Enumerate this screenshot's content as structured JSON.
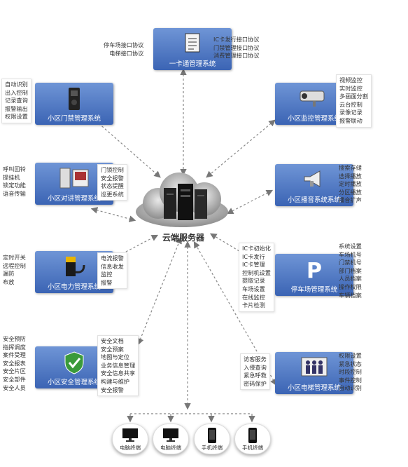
{
  "center": {
    "label": "云端服务器"
  },
  "systems": {
    "card": {
      "title": "一卡通管理系统",
      "left": [
        "停车场接口协议",
        "电梯接口协议"
      ],
      "right": [
        "IC卡发行接口协议",
        "门禁管理接口协议",
        "消费管理接口协议"
      ]
    },
    "access": {
      "title": "小区门禁管理系统",
      "left": [
        "自动识别",
        "出入控制",
        "记录查询",
        "报警输出",
        "权限设置"
      ]
    },
    "intercom": {
      "title": "小区对讲管理系统",
      "left": [
        "呼叫回铃",
        "提挂机",
        "锁定功能",
        "语音传输"
      ],
      "right": [
        "门锁控制",
        "安全报警",
        "状态提醒",
        "巡更系统"
      ]
    },
    "power": {
      "title": "小区电力管理系统",
      "left": [
        "定时开关",
        "远程控制",
        "漏防",
        "布放"
      ],
      "right": [
        "电流报警",
        "信息收发",
        "监控",
        "报警"
      ]
    },
    "security": {
      "title": "小区安全管理系统",
      "left": [
        "安全预防",
        "指挥调度",
        "案件受理",
        "安全报表",
        "安全片区",
        "安全部件",
        "安全人员"
      ],
      "right": [
        "安全文档",
        "安全预案",
        "地图与定位",
        "业务信息管理",
        "安全信息共享",
        "构建与维护",
        "安全报警"
      ]
    },
    "monitor": {
      "title": "小区监控管理系统",
      "right": [
        "视频监控",
        "实时监控",
        "多画面分割",
        "云台控制",
        "录像记录",
        "报警联动"
      ]
    },
    "broadcast": {
      "title": "小区播音系统系统",
      "right": [
        "搜索存储",
        "选择播放",
        "定时播放",
        "分区播放",
        "播音扩声"
      ]
    },
    "parking": {
      "title": "停车场管理系统",
      "left": [
        "IC卡初始化",
        "IC卡发行",
        "IC卡管理",
        "控制机设置",
        "提取记录",
        "车场设置",
        "在线监控",
        "卡片检测"
      ],
      "right": [
        "系统设置",
        "车场机号",
        "门禁机号",
        "部门档案",
        "人员档案",
        "操作权限",
        "车辆档案"
      ]
    },
    "elevator": {
      "title": "小区电梯管理系统",
      "left": [
        "访客服务",
        "入侵查询",
        "紧急呼救",
        "密码保护"
      ],
      "right": [
        "权限设置",
        "紧急状态",
        "时段控制",
        "事件控制",
        "自动识别"
      ]
    }
  },
  "terminals": [
    {
      "label": "电脑终端",
      "icon": "monitor-icon"
    },
    {
      "label": "电脑终端",
      "icon": "monitor-icon"
    },
    {
      "label": "手机终端",
      "icon": "phone-icon"
    },
    {
      "label": "手机终端",
      "icon": "phone-icon"
    }
  ],
  "colors": {
    "box_top": "#6f95d6",
    "box_bottom": "#3b64b4",
    "arrow": "#777777"
  }
}
